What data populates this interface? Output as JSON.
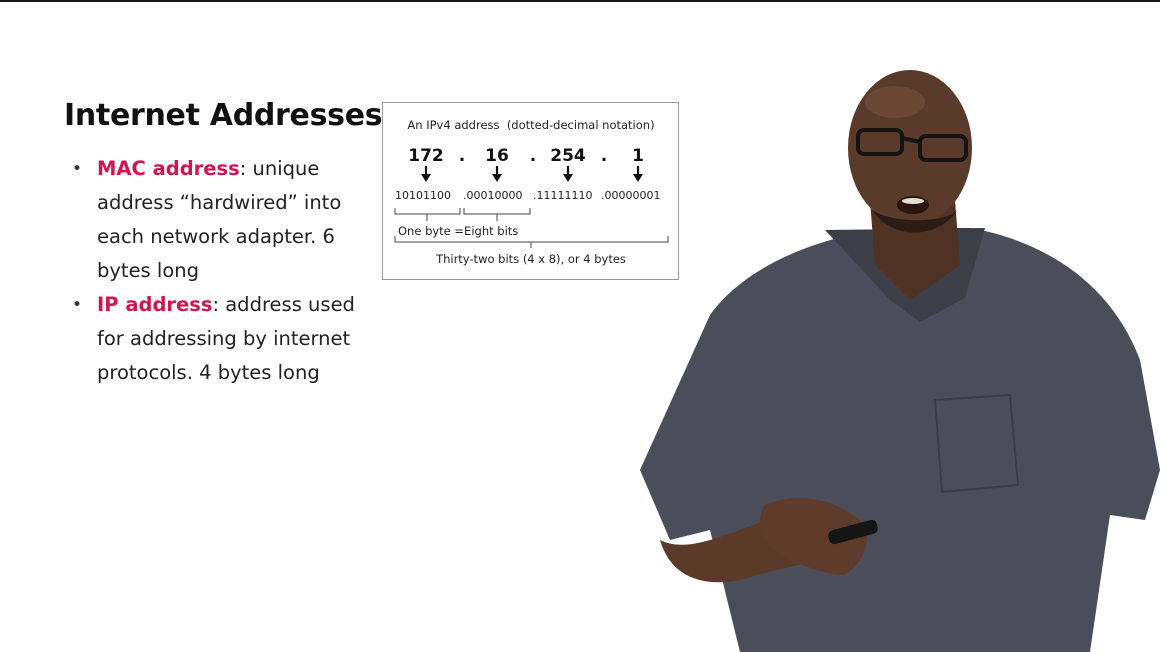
{
  "slide": {
    "title": "Internet Addresses",
    "bullets": [
      {
        "term": "MAC address",
        "text": ": unique address “hardwired” into each network adapter. 6 bytes long"
      },
      {
        "term": "IP address",
        "text": ": address used for addressing by internet protocols. 4 bytes long"
      }
    ]
  },
  "diagram": {
    "header": "An IPv4 address  (dotted-decimal notation)",
    "octets": [
      "172",
      "16",
      "254",
      "1"
    ],
    "dot": ".",
    "binary": [
      "10101100",
      ".00010000",
      ".11111110",
      ".00000001"
    ],
    "byte_label": "One byte =Eight bits",
    "total_label": "Thirty-two bits (4 x 8), or 4 bytes"
  },
  "colors": {
    "accent": "#d0154f",
    "shirt": "#4b4e5a",
    "skin": "#5b3a2a"
  }
}
